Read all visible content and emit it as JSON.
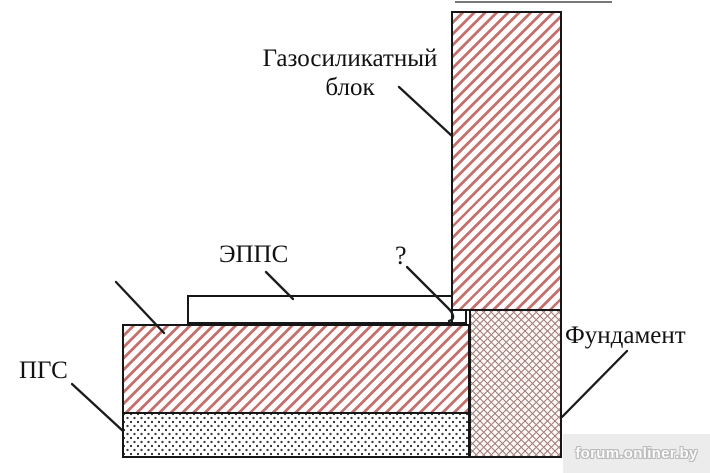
{
  "diagram": {
    "labels": {
      "gas_block_line1": "Газосиликатный",
      "gas_block_line2": "блок",
      "epps": "ЭППС",
      "question_mark": "?",
      "pgs": "ПГС",
      "foundation": "Фундамент"
    },
    "parts": [
      {
        "name": "gas-silicate-block",
        "label": "Газосиликатный блок",
        "pattern": "diagonal-hatch"
      },
      {
        "name": "epps-insulation",
        "label": "ЭППС",
        "pattern": "plain-white"
      },
      {
        "name": "masonry-course",
        "label": "",
        "pattern": "diagonal-hatch"
      },
      {
        "name": "pgs-bedding",
        "label": "ПГС",
        "pattern": "dotted"
      },
      {
        "name": "foundation",
        "label": "Фундамент",
        "pattern": "cross-hatch"
      },
      {
        "name": "unknown-gap",
        "label": "?",
        "pattern": "plain-white"
      }
    ],
    "watermark": "forum.onliner.by",
    "colors": {
      "hatch_line": "#c4706c",
      "crosshatch_line": "#a2807a",
      "dot": "#3c3c3c",
      "outline": "#161616",
      "watermark_bg": "#ececec",
      "watermark_text": "#fbfbfb"
    }
  }
}
